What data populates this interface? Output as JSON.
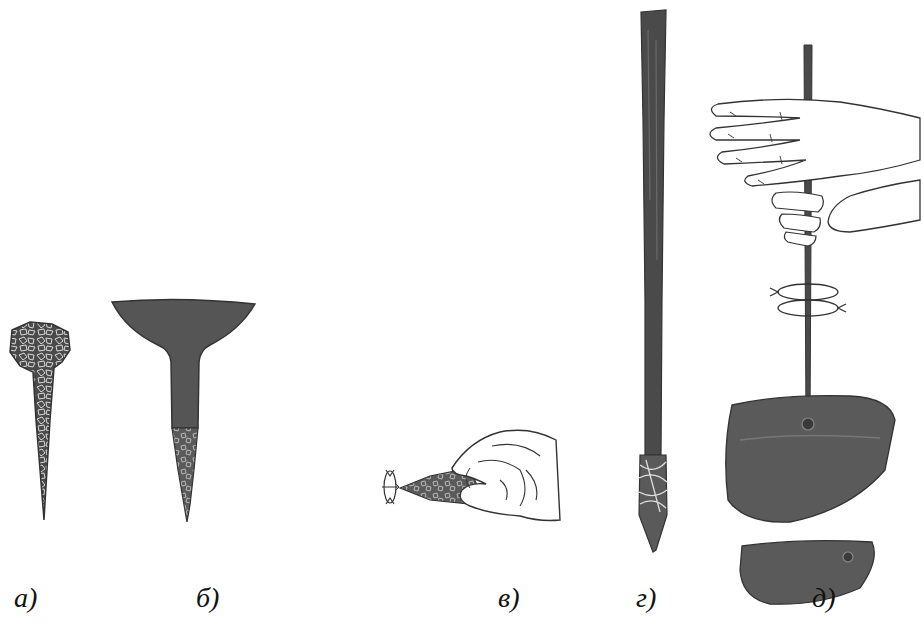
{
  "diagram": {
    "labels": [
      "а)",
      "б)",
      "в)",
      "г)",
      "д)"
    ]
  }
}
